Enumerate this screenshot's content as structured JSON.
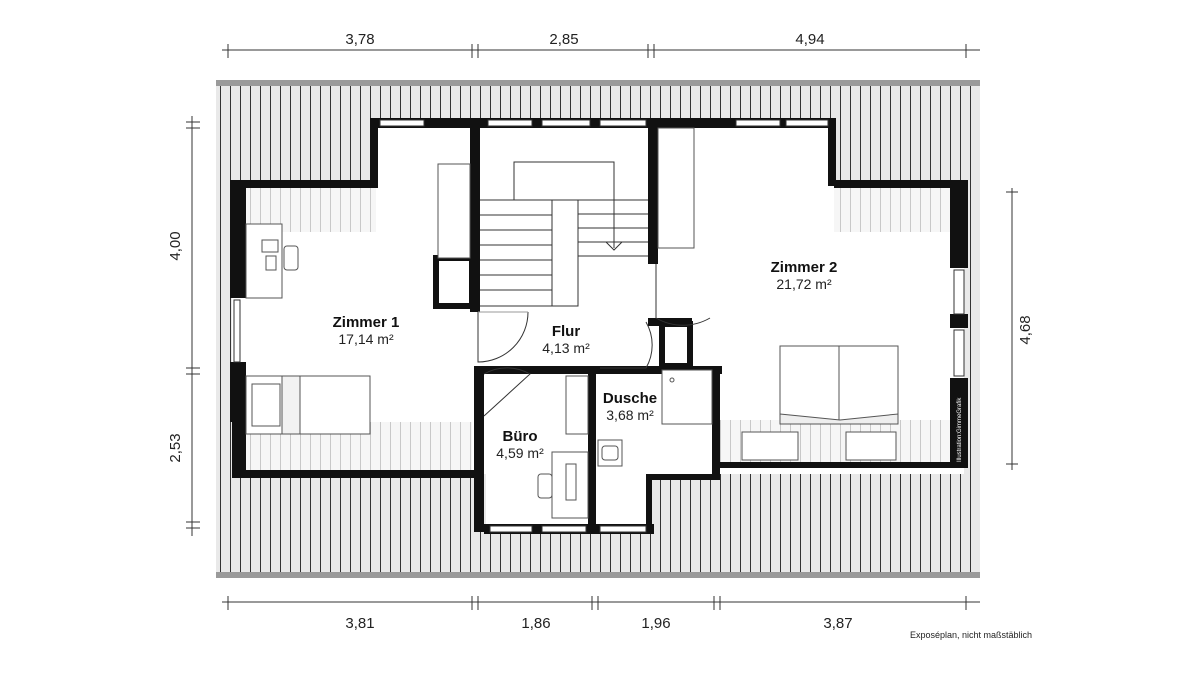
{
  "dimensions": {
    "top": [
      "3,78",
      "2,85",
      "4,94"
    ],
    "bottom": [
      "3,81",
      "1,86",
      "1,96",
      "3,87"
    ],
    "left": [
      "4,00",
      "2,53"
    ],
    "right": [
      "4,68"
    ]
  },
  "rooms": [
    {
      "name": "Zimmer 1",
      "area": "17,14 m²"
    },
    {
      "name": "Flur",
      "area": "4,13 m²"
    },
    {
      "name": "Zimmer 2",
      "area": "21,72 m²"
    },
    {
      "name": "Dusche",
      "area": "3,68 m²"
    },
    {
      "name": "Büro",
      "area": "4,59 m²"
    }
  ],
  "note": "Exposéplan, nicht maßstäblich",
  "credit": "Illustration:GimmeGrafik"
}
